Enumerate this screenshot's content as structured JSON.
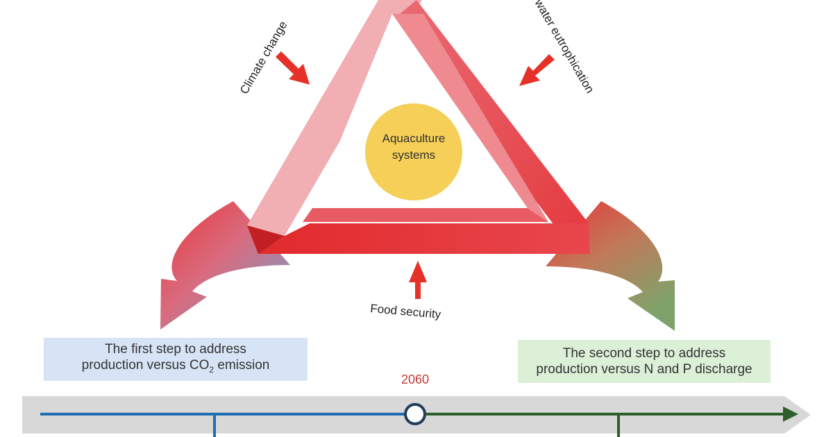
{
  "center": {
    "line1": "Aquaculture",
    "line2": "systems"
  },
  "pressures": {
    "left": "Climate change",
    "right": "water eutrophication",
    "bottom": "Food security"
  },
  "steps": {
    "first": {
      "line1": "The first step to address",
      "line2_prefix": "production versus CO",
      "line2_sub": "2",
      "line2_suffix": " emission"
    },
    "second": {
      "line1": "The second step to address",
      "line2": "production versus N and P discharge"
    }
  },
  "timeline": {
    "milestone": "2060"
  },
  "colors": {
    "triangle_light": "#f0a9ad",
    "triangle_mid": "#e8616a",
    "triangle_dark": "#e12a2c",
    "circle": "#f5cf57",
    "arrow_red": "#e53127",
    "step_blue": "#6ea2d0",
    "step_green": "#7ea36a",
    "timeline_bar": "#d8d8d8",
    "line_blue": "#1f6db3",
    "line_green": "#2e5e2b",
    "milestone_text": "#c43a33"
  }
}
